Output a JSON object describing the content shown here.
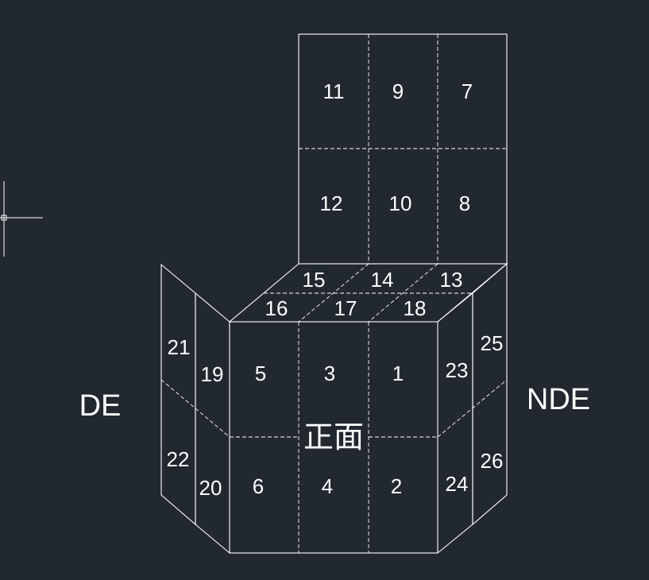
{
  "labels": {
    "side_left": "DE",
    "side_right": "NDE",
    "front": "正面"
  },
  "panels": [
    "1",
    "2",
    "3",
    "4",
    "5",
    "6",
    "7",
    "8",
    "9",
    "10",
    "11",
    "12",
    "13",
    "14",
    "15",
    "16",
    "17",
    "18",
    "19",
    "20",
    "21",
    "22",
    "23",
    "24",
    "25",
    "26"
  ],
  "colors": {
    "background": "#212830",
    "lines": "#ffffff"
  }
}
